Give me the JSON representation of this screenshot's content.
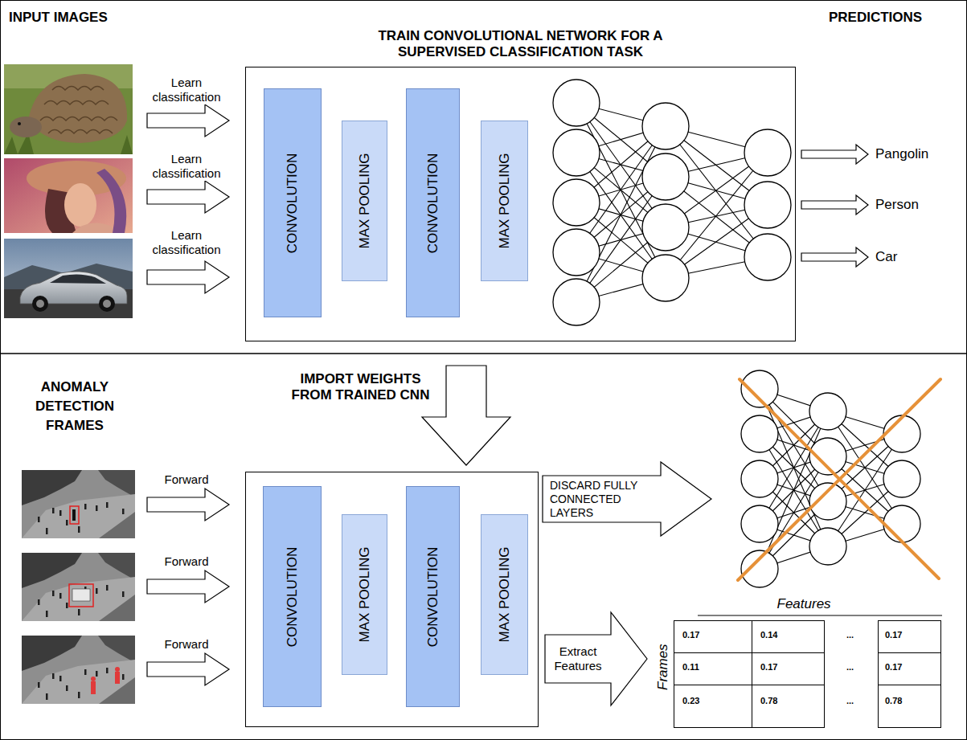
{
  "diagram": {
    "nodes": [
      {
        "text": [
          "TRAIN CONVOLUTIONAL NETWORK FOR A SUPERVISED CLASSIFICATION TASK"
        ]
      },
      {
        "text": [
          "CONVOLUTION"
        ],
        "in": 0
      },
      {
        "text": [
          "MAX POOLING"
        ],
        "in": 0
      },
      {
        "text": [
          "CONVOLUTION"
        ],
        "in": 0
      },
      {
        "text": [
          "MAX POOLING"
        ],
        "in": 0
      },
      {
        "text": []
      },
      {
        "text": [
          "CONVOLUTION"
        ],
        "in": 5
      },
      {
        "text": [
          "MAX POOLING"
        ],
        "in": 5
      },
      {
        "text": [
          "CONVOLUTION"
        ],
        "in": 5
      },
      {
        "text": [
          "MAX POOLING"
        ],
        "in": 5
      },
      {
        "text": [
          "Features",
          "Frames"
        ]
      }
    ],
    "edges": [
      {
        "from": 0,
        "to": 5,
        "arrow": "to",
        "label": "IMPORT WEIGHTS FROM TRAINED CNN"
      },
      {
        "from": 5,
        "to": 10,
        "arrow": "to",
        "label": "Extract Features"
      }
    ],
    "labels": [
      "INPUT IMAGES",
      "PREDICTIONS",
      "Learn classification",
      "Learn classification",
      "Learn classification",
      "Pangolin",
      "Person",
      "Car",
      "ANOMALY DETECTION FRAMES",
      "Forward",
      "Forward",
      "Forward",
      "DISCARD FULLY CONNECTED LAYERS",
      "0.17",
      "0.14",
      "...",
      "0.17",
      "0.11",
      "0.17",
      "...",
      "0.17",
      "0.23",
      "0.78",
      "...",
      "0.78"
    ]
  }
}
